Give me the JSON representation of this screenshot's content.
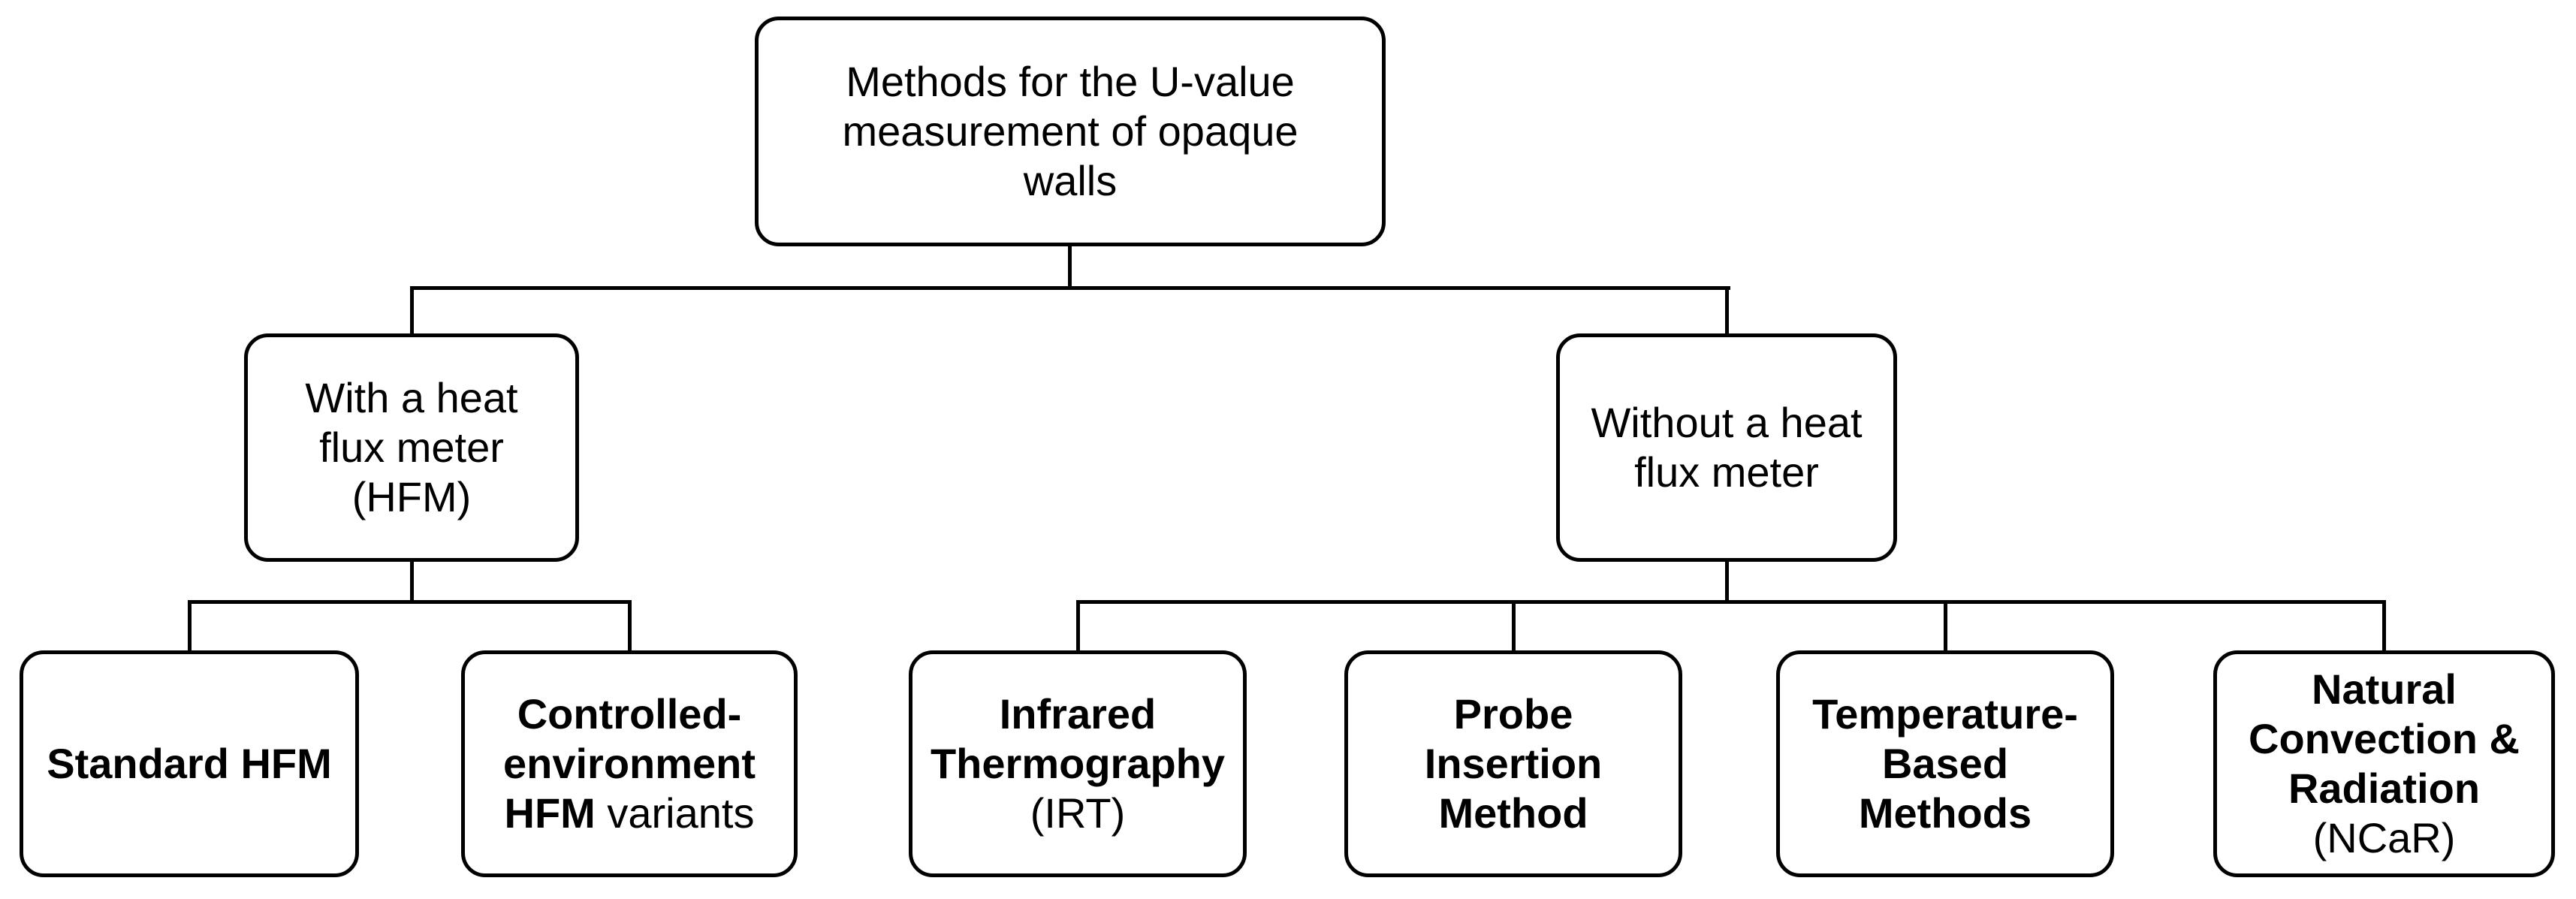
{
  "diagram": {
    "title": "Methods for the U-value measurement of opaque walls",
    "type": "flowchart-tree",
    "colors": {
      "background": "#ffffff",
      "node_fill": "#ffffff",
      "node_border": "#000000",
      "connector": "#000000",
      "text": "#000000"
    },
    "nodes": {
      "root": {
        "l1": "Methods for the U-value",
        "l2": "measurement of opaque",
        "l3": "walls"
      },
      "with_hfm": {
        "l1": "With a heat",
        "l2": "flux meter",
        "l3": "(HFM)"
      },
      "without_hfm": {
        "l1": "Without a heat",
        "l2": "flux meter"
      },
      "standard_hfm": {
        "l1": "Standard HFM"
      },
      "controlled_hfm": {
        "l1": "Controlled-",
        "l2": "environment",
        "l3a": "HFM",
        "l3b": " variants"
      },
      "irt": {
        "l1": "Infrared",
        "l2": "Thermography",
        "l3": "(IRT)"
      },
      "probe": {
        "l1": "Probe",
        "l2": "Insertion",
        "l3": "Method"
      },
      "temperature": {
        "l1": "Temperature-",
        "l2": "Based",
        "l3": "Methods"
      },
      "ncar": {
        "l1": "Natural",
        "l2": "Convection &",
        "l3": "Radiation",
        "l4": "(NCaR)"
      }
    },
    "hierarchy": {
      "root_children": [
        "with_hfm",
        "without_hfm"
      ],
      "with_hfm_children": [
        "standard_hfm",
        "controlled_hfm"
      ],
      "without_hfm_children": [
        "irt",
        "probe",
        "temperature",
        "ncar"
      ]
    }
  }
}
